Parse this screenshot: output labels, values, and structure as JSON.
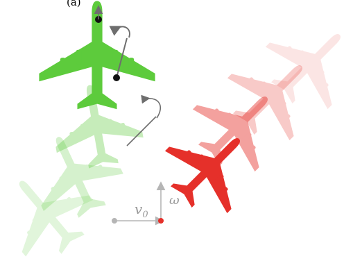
{
  "top_label": "(a)",
  "labels": {
    "velocity": "v",
    "velocity_sub": "0",
    "angular": "ω"
  },
  "colors": {
    "green": "#5dcb3c",
    "red": "#e5302a",
    "arrow": "#6e6e6e",
    "label": "#9a9a9a",
    "dot": "#111111"
  },
  "icons": [
    "airplane-icon",
    "curved-arrow-icon"
  ]
}
